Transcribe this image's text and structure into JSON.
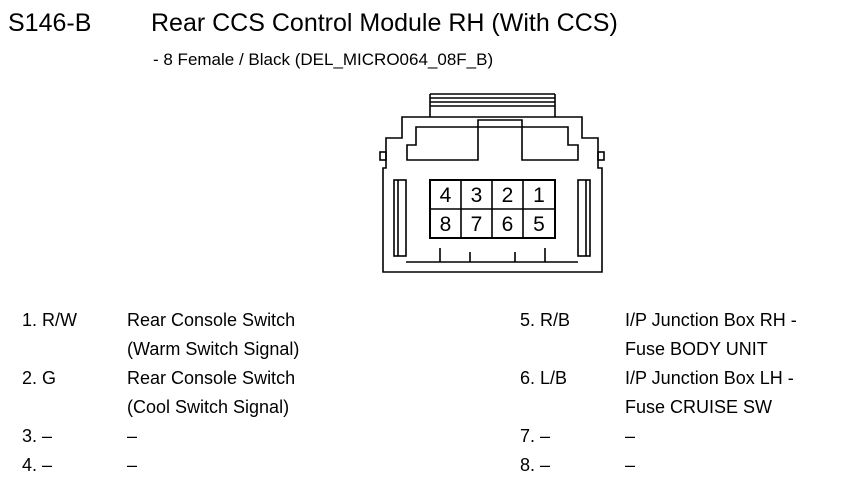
{
  "connector": {
    "id": "S146-B",
    "title": "Rear CCS Control Module RH (With CCS)",
    "subtitle": "- 8 Female / Black (DEL_MICRO064_08F_B)",
    "pin_rows": [
      [
        "4",
        "3",
        "2",
        "1"
      ],
      [
        "8",
        "7",
        "6",
        "5"
      ]
    ]
  },
  "pins_left": [
    {
      "num": "1. R/W",
      "lines": [
        "Rear Console Switch",
        "(Warm Switch Signal)"
      ]
    },
    {
      "num": "2. G",
      "lines": [
        "Rear Console Switch",
        "(Cool Switch Signal)"
      ]
    },
    {
      "num": "3. –",
      "lines": [
        "–"
      ]
    },
    {
      "num": "4. –",
      "lines": [
        "–"
      ]
    }
  ],
  "pins_right": [
    {
      "num": "5. R/B",
      "lines": [
        "I/P Junction Box RH -",
        "Fuse BODY UNIT"
      ]
    },
    {
      "num": "6. L/B",
      "lines": [
        "I/P Junction Box LH -",
        "Fuse CRUISE SW"
      ]
    },
    {
      "num": "7. –",
      "lines": [
        "–"
      ]
    },
    {
      "num": "8. –",
      "lines": [
        "–"
      ]
    }
  ]
}
